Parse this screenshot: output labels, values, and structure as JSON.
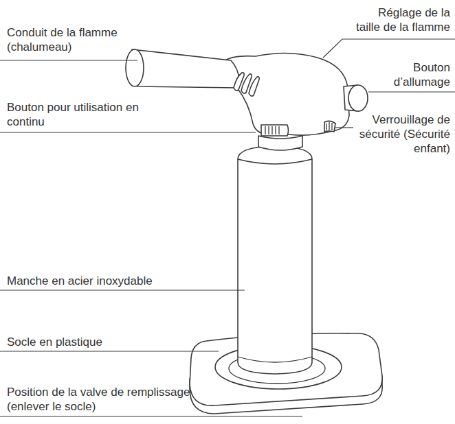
{
  "diagram": {
    "labels": [
      "Conduit de la flamme (chalumeau)",
      "Réglage de la taille de la flamme",
      "Bouton d’allumage",
      "Bouton pour utilisation en continu",
      "Verrouillage de sécurité (Sécurité enfant)",
      "Manche en acier inoxydable",
      "Socle en plastique",
      "Position de la valve de remplissage (enlever le socle)"
    ]
  }
}
